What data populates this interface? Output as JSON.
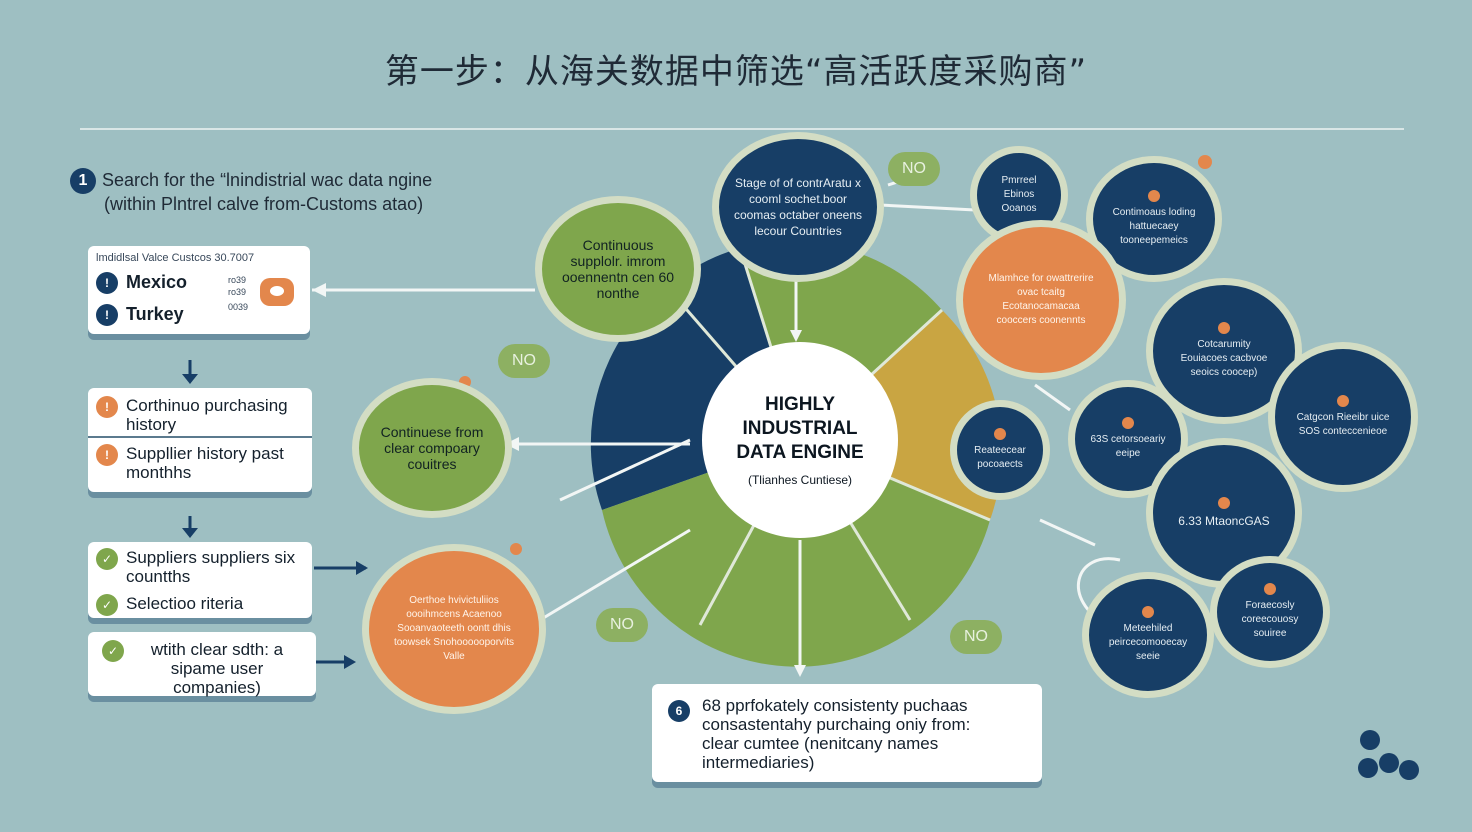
{
  "title": "第一步：从海关数据中筛选“高活跃度采购商”",
  "step": {
    "number": "1",
    "line1": "Search for the “lnindistrial wac data ngine",
    "line2": "(within Plntrel calve from-Customs atao)"
  },
  "source_card": {
    "header": "lmdidlsal Valce Custcos 30.7007",
    "rows": [
      {
        "label": "Mexico",
        "code": "ro39\nro39"
      },
      {
        "label": "Turkey",
        "code": "0039"
      }
    ]
  },
  "criteria_cards": [
    {
      "label": "Corthinuo purchasing history",
      "badge": ""
    },
    {
      "label": "Suppllier history past monthhs",
      "badge": ""
    }
  ],
  "criteria_cards2": [
    {
      "label": "Suppliers suppliers six countths",
      "badge": ""
    },
    {
      "label": "Selectioo riteria",
      "badge": ""
    }
  ],
  "criteria_card3": {
    "label": "wtith clear sdth: a sipame user companies)",
    "badge": ""
  },
  "center": {
    "title": "HIGHLY INDUSTRIAL DATA ENGINE",
    "subtitle": "(Tlianhes Cuntiese)"
  },
  "no_label": "NO",
  "circles": {
    "top_green": "Continuous supplolr. imrom ooennentn cen 60 nonthe",
    "top_navy": "Stage of of contrAratu x cooml sochet.boor coomas octaber oneens lecour Countries",
    "left_green": "Continuese from clear compoary couitres",
    "bottom_orange": "Oerthoe hvivictuliios oooihmcens Acaenoo Sooanvaoteeth oontt dhis toowsek Snohoooooporvits Valle",
    "r_small_navy": "Pmrreel Ebinos Ooanos",
    "r_navy1": "Contimoaus loding hattuecaey tooneepemeics",
    "r_orange": "Mlamhce for owattrerire ovac tcaitg Ecotanocamacaa cooccers coonennts",
    "r_navy2": "Cotcarumity Eouiacoes cacbvoe seoics coocep)",
    "r_navy3": "Catgcon Rieeibr uice SOS conteccenieoe",
    "r_navy4": "Reateecear pocoaects",
    "r_navy5": "63S cetorsoeariy eeipe",
    "r_navy6": "6.33 MtaoncGAS",
    "r_navy7": "Meteehiled peircecomooecay seeie",
    "r_navy8": "Foraecosly coreecouosy souiree"
  },
  "bottom_card": {
    "number": "6",
    "line1": "68 pprfokately consistenty puchaas",
    "line2": "consastentahy purchaing oniy from:",
    "line3": "clear cumtee (nenitcany names",
    "line4": "intermediaries)"
  },
  "colors": {
    "background": "#9ebfc2",
    "navy": "#173e66",
    "green": "#7fa64c",
    "orange": "#e3874c",
    "mustard": "#c9a542"
  }
}
